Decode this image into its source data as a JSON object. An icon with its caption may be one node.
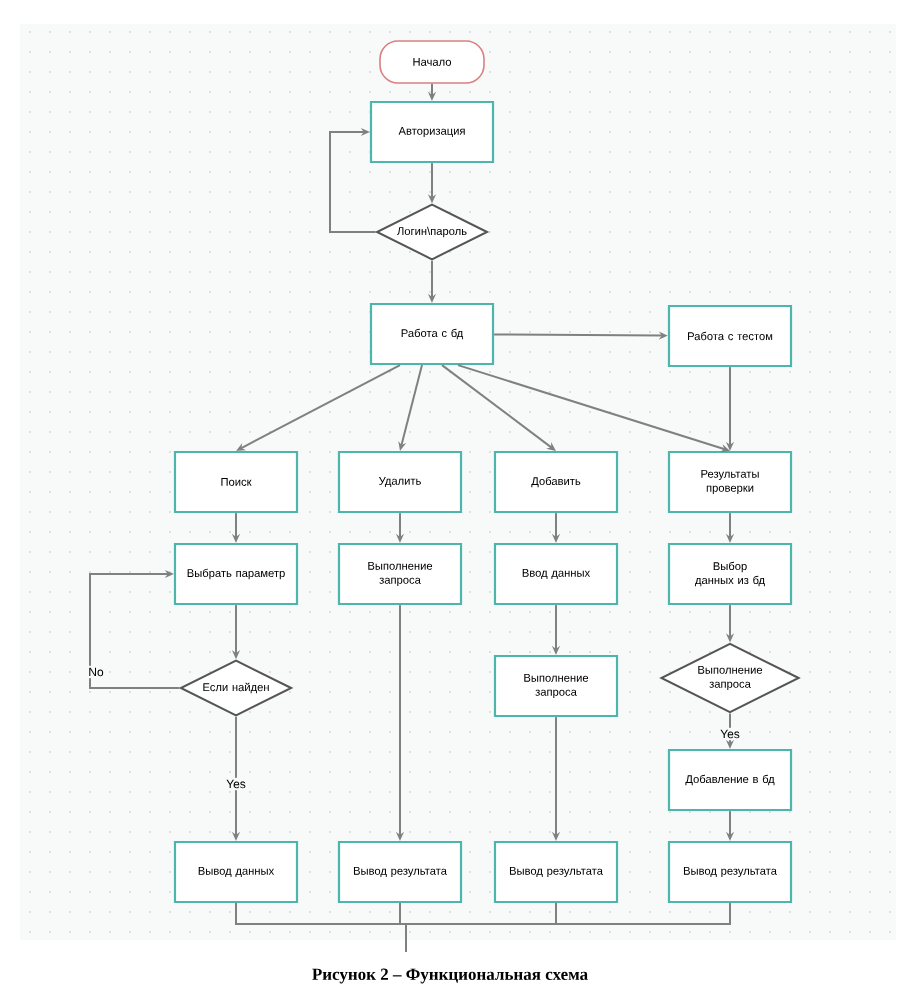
{
  "diagram": {
    "caption": "Рисунок 2 – Функциональная схема",
    "nodes": [
      {
        "text": [
          "Начало"
        ]
      },
      {
        "text": [
          "Авторизация"
        ]
      },
      {
        "text": [
          "Логин\\пароль"
        ]
      },
      {
        "text": [
          "Работа с бд"
        ]
      },
      {
        "text": [
          "Работа с тестом"
        ]
      },
      {
        "text": [
          "Поиск"
        ]
      },
      {
        "text": [
          "Удалить"
        ]
      },
      {
        "text": [
          "Добавить"
        ]
      },
      {
        "text": [
          "Результаты проверки"
        ]
      },
      {
        "text": [
          "Выбрать параметр"
        ]
      },
      {
        "text": [
          "Выполнение запроса"
        ]
      },
      {
        "text": [
          "Ввод данных"
        ]
      },
      {
        "text": [
          "Выбор данных из бд"
        ]
      },
      {
        "text": [
          "Если найден"
        ]
      },
      {
        "text": [
          "Выполнение запроса"
        ]
      },
      {
        "text": [
          "Выполнение запроса"
        ]
      },
      {
        "text": [
          "Добавление в бд"
        ]
      },
      {
        "text": [
          "Вывод данных"
        ]
      },
      {
        "text": [
          "Вывод результата"
        ]
      },
      {
        "text": [
          "Вывод результата"
        ]
      },
      {
        "text": [
          "Вывод результата"
        ]
      }
    ],
    "edges": [
      {
        "from": 0,
        "to": 1,
        "arrow": "to"
      },
      {
        "from": 1,
        "to": 2,
        "arrow": "to"
      },
      {
        "from": 2,
        "to": 1,
        "arrow": "to"
      },
      {
        "from": 2,
        "to": 3,
        "arrow": "to"
      },
      {
        "from": 3,
        "to": 4,
        "arrow": "to"
      },
      {
        "from": 3,
        "to": 5,
        "arrow": "to"
      },
      {
        "from": 3,
        "to": 6,
        "arrow": "to"
      },
      {
        "from": 3,
        "to": 7,
        "arrow": "to"
      },
      {
        "from": 3,
        "to": 8,
        "arrow": "to"
      },
      {
        "from": 4,
        "to": 8,
        "arrow": "to"
      },
      {
        "from": 5,
        "to": 9,
        "arrow": "to"
      },
      {
        "from": 6,
        "to": 10,
        "arrow": "to"
      },
      {
        "from": 7,
        "to": 11,
        "arrow": "to"
      },
      {
        "from": 8,
        "to": 12,
        "arrow": "to"
      },
      {
        "from": 9,
        "to": 13,
        "arrow": "to"
      },
      {
        "from": 13,
        "to": 9,
        "arrow": "to",
        "label": "No"
      },
      {
        "from": 13,
        "to": 17,
        "arrow": "to",
        "label": "Yes"
      },
      {
        "from": 10,
        "to": 18,
        "arrow": "to"
      },
      {
        "from": 11,
        "to": 14,
        "arrow": "to"
      },
      {
        "from": 14,
        "to": 19,
        "arrow": "to"
      },
      {
        "from": 12,
        "to": 15,
        "arrow": "to"
      },
      {
        "from": 15,
        "to": 16,
        "arrow": "to",
        "label": "Yes"
      },
      {
        "from": 16,
        "to": 20,
        "arrow": "to"
      },
      {
        "from": 17,
        "to": null,
        "arrow": "none"
      },
      {
        "from": 18,
        "to": null,
        "arrow": "none"
      },
      {
        "from": 19,
        "to": null,
        "arrow": "none"
      },
      {
        "from": 20,
        "to": null,
        "arrow": "none"
      }
    ]
  }
}
